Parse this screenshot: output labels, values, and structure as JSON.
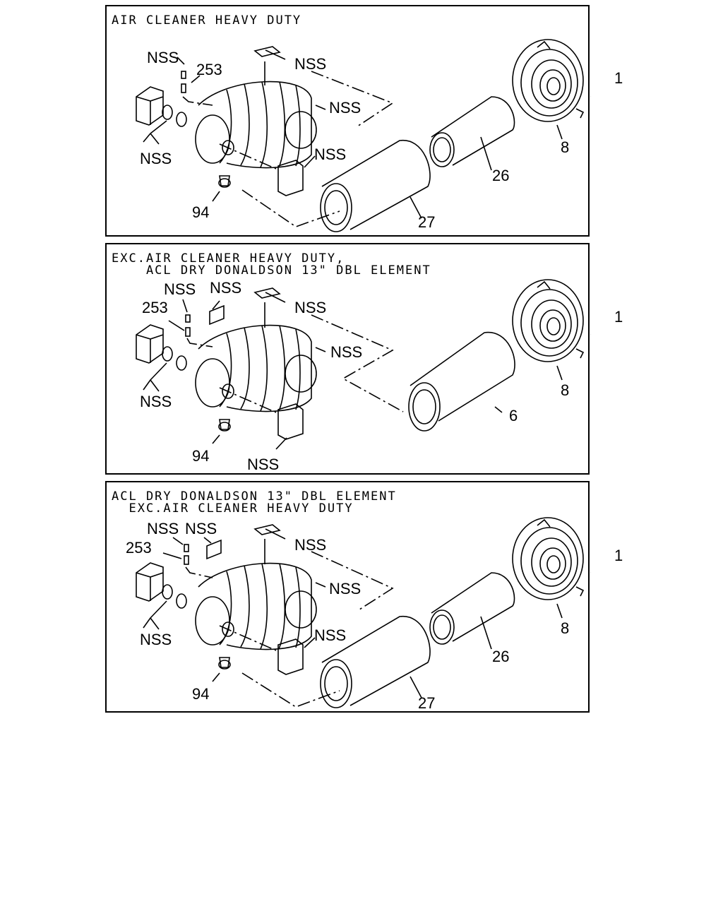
{
  "panels": [
    {
      "title_lines": [
        "AIR CLEANER HEAVY DUTY"
      ],
      "labels": {
        "nss_clip": "NSS",
        "p253": "253",
        "nss_label": "NSS",
        "nss_outlet": "NSS",
        "nss_clamps": "NSS",
        "nss_bracket": "NSS",
        "p94": "94",
        "p27": "27",
        "p26": "26",
        "p8": "8"
      },
      "callout": "1"
    },
    {
      "title_lines": [
        "EXC.AIR CLEANER HEAVY DUTY,",
        "    ACL DRY DONALDSON 13\" DBL ELEMENT"
      ],
      "labels": {
        "nss_clip": "NSS",
        "nss_plate": "NSS",
        "p253": "253",
        "nss_label": "NSS",
        "nss_outlet": "NSS",
        "nss_clamps": "NSS",
        "nss_bracket": "NSS",
        "p94": "94",
        "p6": "6",
        "p8": "8"
      },
      "callout": "1"
    },
    {
      "title_lines": [
        "ACL DRY DONALDSON 13\" DBL ELEMENT",
        "  EXC.AIR CLEANER HEAVY DUTY"
      ],
      "labels": {
        "nss_clip": "NSS",
        "nss_plate": "NSS",
        "p253": "253",
        "nss_label": "NSS",
        "nss_outlet": "NSS",
        "nss_clamps": "NSS",
        "nss_bracket": "NSS",
        "p94": "94",
        "p27": "27",
        "p26": "26",
        "p8": "8"
      },
      "callout": "1"
    }
  ]
}
